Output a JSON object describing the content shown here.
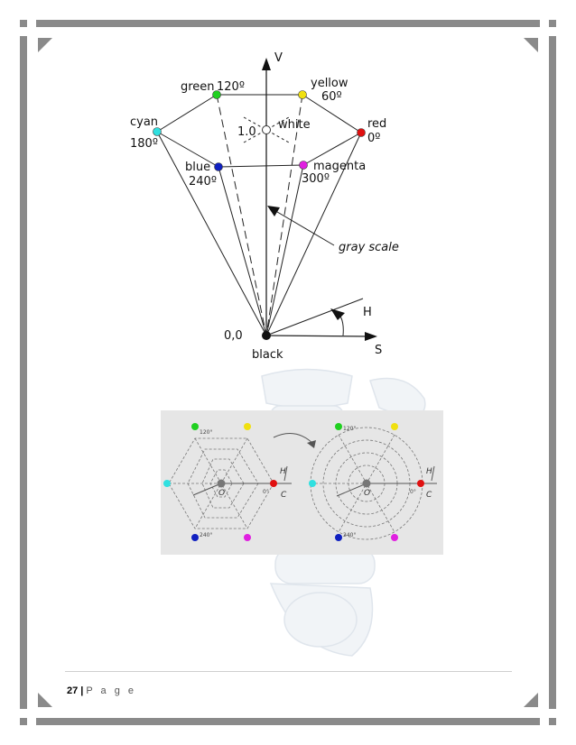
{
  "hsv_cone": {
    "axis_v": "V",
    "axis_s": "S",
    "angle_h": "H",
    "origin": "0,0",
    "black": "black",
    "top_value": "1.0",
    "white": "white",
    "gray_scale": "gray scale",
    "green": "green",
    "green_deg": "120º",
    "yellow": "yellow",
    "yellow_deg": "60º",
    "cyan": "cyan",
    "cyan_deg": "180º",
    "red": "red",
    "red_deg": "0º",
    "blue": "blue",
    "blue_deg": "240º",
    "magenta": "magenta",
    "magenta_deg": "300º",
    "colors": {
      "red": "#e01010",
      "yellow": "#f0e010",
      "green": "#20d020",
      "cyan": "#30e0e0",
      "blue": "#1020c0",
      "magenta": "#e020e0"
    }
  },
  "hex_to_circle": {
    "deg_120": "120°",
    "deg_240": "240°",
    "deg_0": "0°",
    "origin": "O",
    "h": "H",
    "c": "C"
  },
  "footer": {
    "page_number": "27",
    "separator": "|",
    "page_word": "P a g e"
  }
}
